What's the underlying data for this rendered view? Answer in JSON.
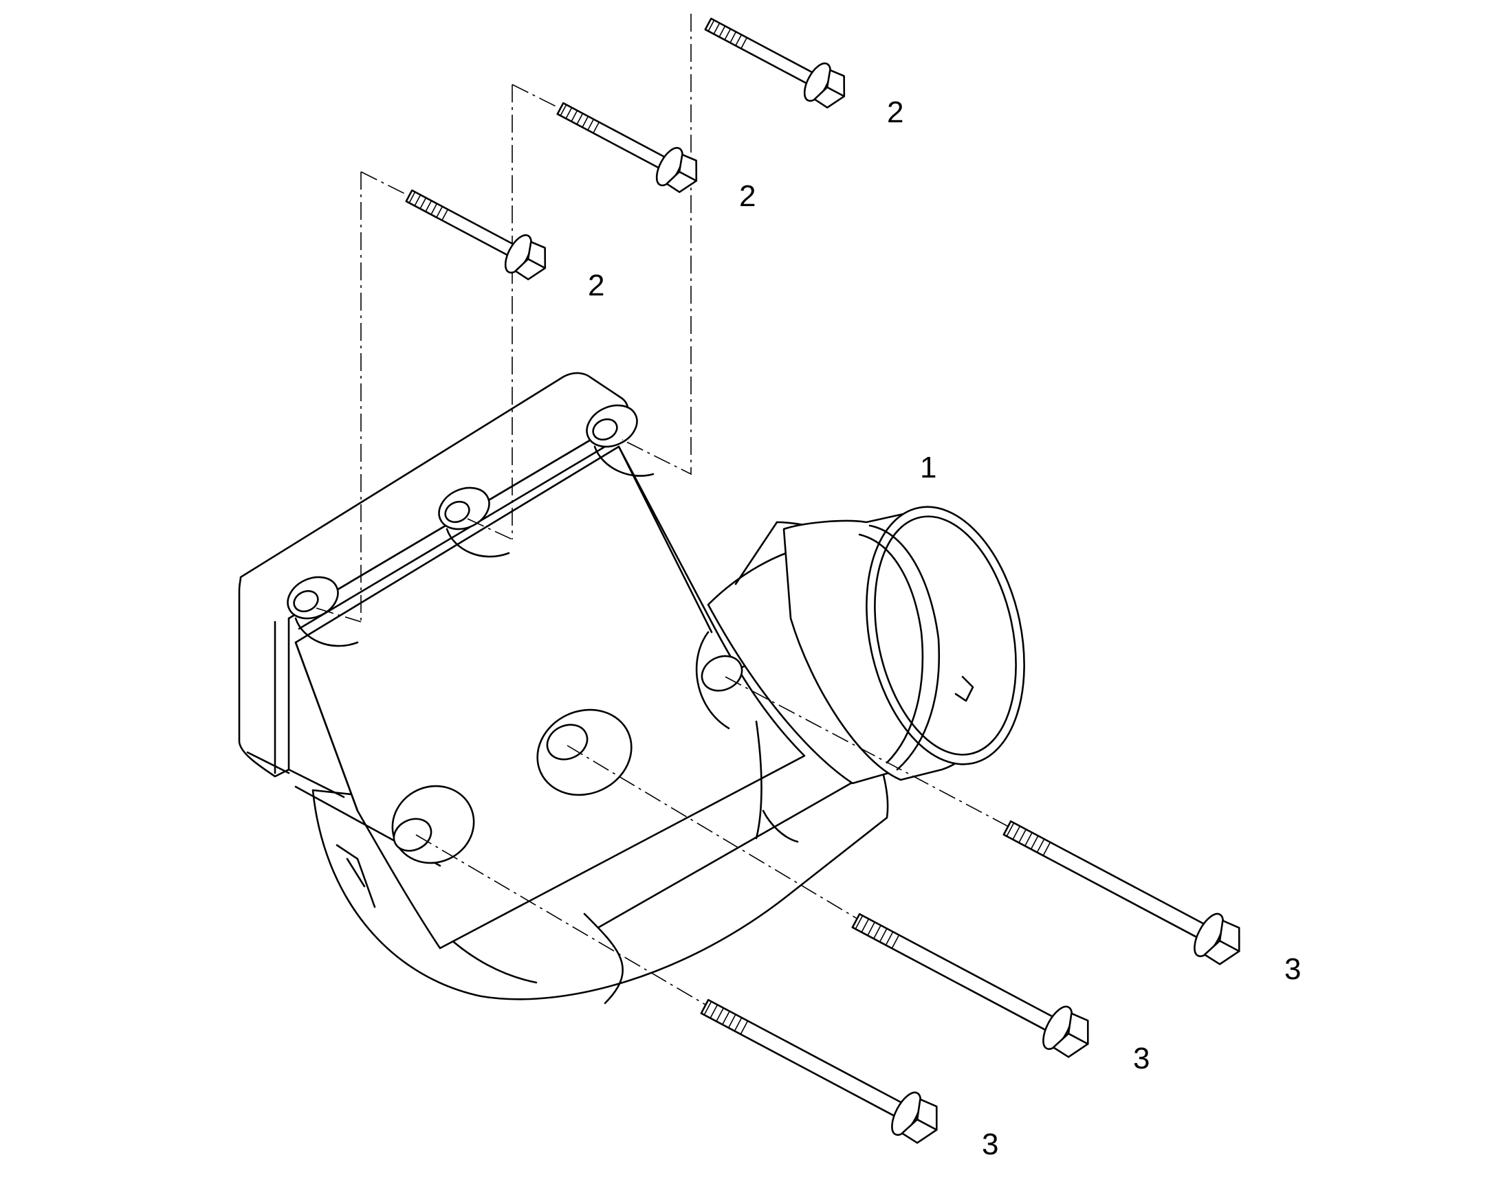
{
  "diagram": {
    "callouts": {
      "part1": "1",
      "bolt2a": "2",
      "bolt2b": "2",
      "bolt2c": "2",
      "bolt3a": "3",
      "bolt3b": "3",
      "bolt3c": "3"
    },
    "colors": {
      "line": "#000000",
      "background": "#ffffff"
    }
  }
}
